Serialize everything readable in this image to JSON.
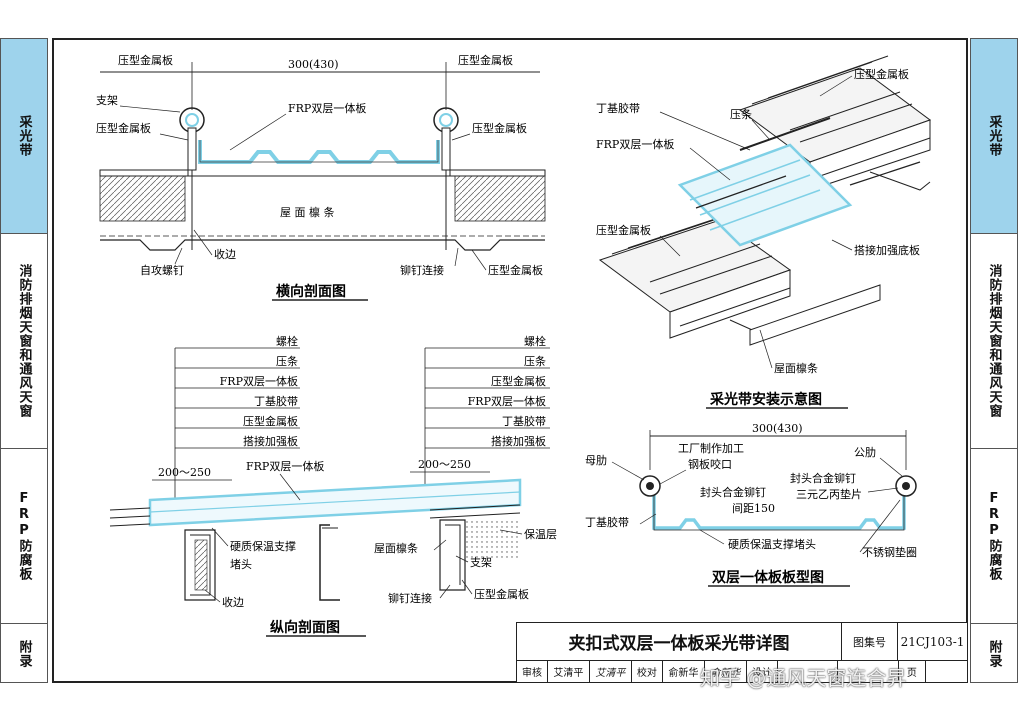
{
  "sidebar_left": [
    {
      "label": "采光带",
      "active": true
    },
    {
      "label": "消防排烟天窗和通风天窗",
      "active": false
    },
    {
      "label": "FRP防腐板",
      "active": false
    },
    {
      "label": "附录",
      "active": false
    }
  ],
  "sidebar_right": [
    {
      "label": "采光带",
      "active": true
    },
    {
      "label": "消防排烟天窗和通风天窗",
      "active": false
    },
    {
      "label": "FRP防腐板",
      "active": false
    },
    {
      "label": "附录",
      "active": false
    }
  ],
  "colors": {
    "accent": "#9ed3ec",
    "panel_cyan": "#7fd0e6",
    "line": "#222222"
  },
  "transverse": {
    "title": "横向剖面图",
    "dimension": "300(430)",
    "labels": {
      "metal_top_left": "压型金属板",
      "metal_top_right": "压型金属板",
      "bracket": "支架",
      "metal_left": "压型金属板",
      "frp": "FRP双层一体板",
      "metal_right": "压型金属板",
      "purlin": "屋 面 檩 条",
      "edge": "收边",
      "screw": "自攻螺钉",
      "rivet": "铆钉连接",
      "metal_bottom_right": "压型金属板"
    }
  },
  "install": {
    "title": "采光带安装示意图",
    "labels": {
      "metal_top": "压型金属板",
      "strip": "压条",
      "tape": "丁基胶带",
      "frp": "FRP双层一体板",
      "metal_left": "压型金属板",
      "base_plate": "搭接加强底板",
      "purlin": "屋面檩条"
    }
  },
  "longitudinal": {
    "title": "纵向剖面图",
    "left_callouts": [
      "螺栓",
      "压条",
      "FRP双层一体板",
      "丁基胶带",
      "压型金属板",
      "搭接加强板"
    ],
    "right_callouts": [
      "螺栓",
      "压条",
      "压型金属板",
      "FRP双层一体板",
      "丁基胶带",
      "搭接加强板"
    ],
    "dim_left": "200～250",
    "dim_right": "200～250",
    "frp": "FRP双层一体板",
    "insulation": "保温层",
    "support_plug_1": "硬质保温支撑",
    "support_plug_2": "堵头",
    "purlin": "屋面檩条",
    "bracket": "支架",
    "edge": "收边",
    "rivet": "铆钉连接",
    "metal": "压型金属板"
  },
  "profile": {
    "title": "双层一体板板型图",
    "dimension": "300(430)",
    "female": "母肋",
    "male": "公肋",
    "factory_1": "工厂制作加工",
    "factory_2": "钢板咬口",
    "rivet_1": "封头合金铆钉",
    "rivet_2": "间距150",
    "rivet_r1": "封头合金铆钉",
    "rivet_r2": "三元乙丙垫片",
    "tape": "丁基胶带",
    "plug": "硬质保温支撑堵头",
    "washer": "不锈钢垫圈"
  },
  "titleblock": {
    "title": "夹扣式双层一体板采光带详图",
    "atlas_label": "图集号",
    "atlas_no": "21CJ103-1",
    "row": [
      "审核",
      "艾清平",
      "艾清平",
      "校对",
      "俞新华",
      "俞新华",
      "设计",
      "",
      "",
      "页",
      ""
    ]
  },
  "watermark": "知乎 @通风天窗连合昇"
}
